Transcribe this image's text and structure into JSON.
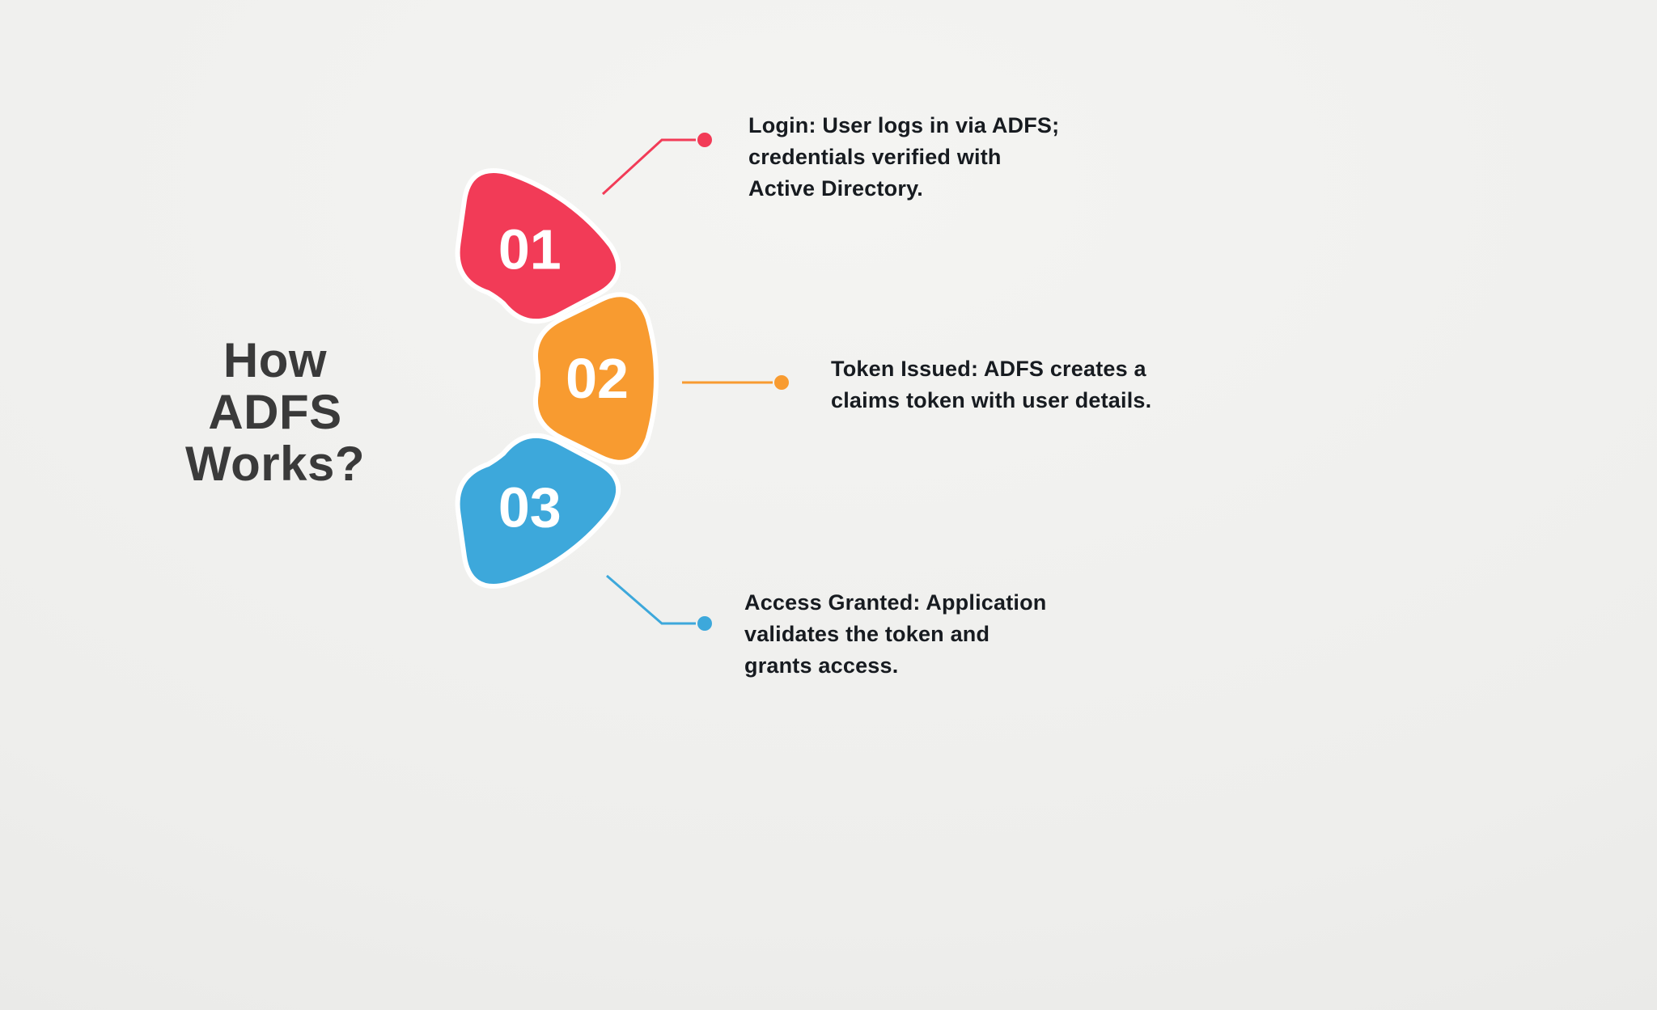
{
  "title": {
    "line1": "How",
    "line2": "ADFS Works?"
  },
  "steps": [
    {
      "number": "01",
      "color": "#F23B57",
      "text": "Login: User logs in via ADFS;\ncredentials verified with\nActive Directory."
    },
    {
      "number": "02",
      "color": "#F89B30",
      "text": "Token Issued: ADFS creates a\nclaims token with user details."
    },
    {
      "number": "03",
      "color": "#3DA8DB",
      "text": "Access Granted: Application\nvalidates the token and\ngrants access."
    }
  ],
  "colors": {
    "background": "#EFEFED",
    "title_text": "#3A3A3A",
    "body_text": "#171B20",
    "step_number_text": "#FFFFFF"
  }
}
